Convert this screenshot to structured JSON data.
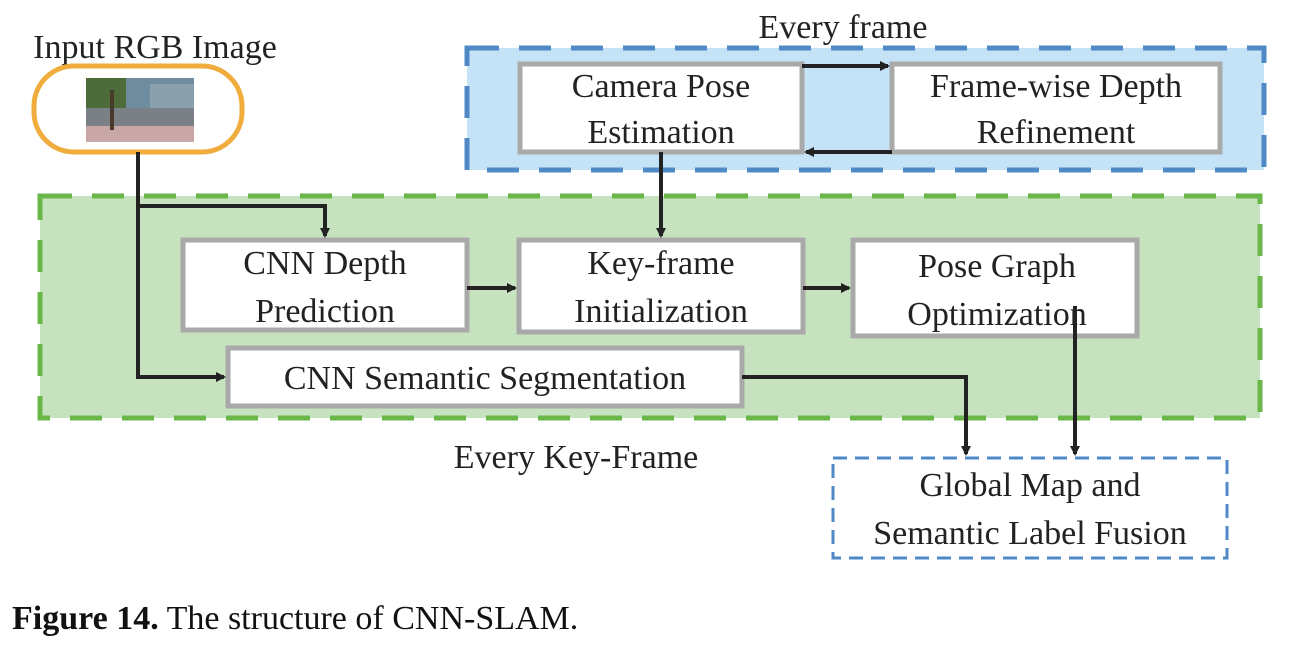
{
  "diagram": {
    "input_label": "Input RGB Image",
    "every_frame_label": "Every frame",
    "every_keyframe_label": "Every Key-Frame",
    "nodes": {
      "camera_pose": [
        "Camera Pose",
        "Estimation"
      ],
      "frame_depth": [
        "Frame-wise Depth",
        "Refinement"
      ],
      "cnn_depth": [
        "CNN Depth",
        "Prediction"
      ],
      "keyframe_init": [
        "Key-frame",
        "Initialization"
      ],
      "pose_graph": [
        "Pose Graph",
        "Optimization"
      ],
      "cnn_semantic": [
        "CNN Semantic Segmentation"
      ],
      "global_map": [
        "Global Map and",
        "Semantic Label Fusion"
      ]
    },
    "colors": {
      "blue_region_fill": "#c5e3f6",
      "blue_region_stroke": "#4f8ac6",
      "green_region_fill": "#c6e2bf",
      "green_region_stroke": "#6ab84a",
      "input_pill_stroke": "#f0ac3c",
      "box_stroke": "#a9a9a9",
      "output_stroke": "#4f8ac6",
      "arrow": "#222222"
    }
  },
  "caption": {
    "label": "Figure 14.",
    "text": " The structure of CNN-SLAM."
  }
}
